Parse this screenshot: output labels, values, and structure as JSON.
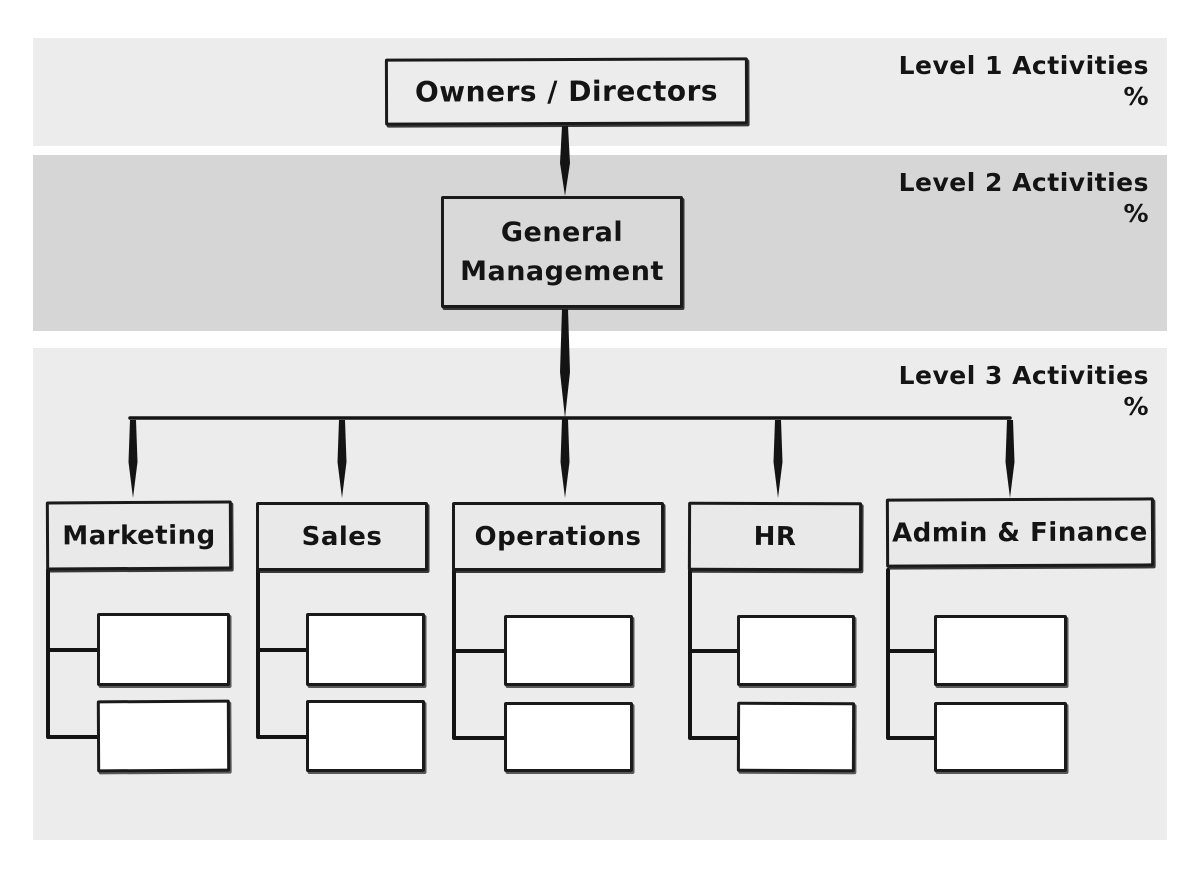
{
  "levels": [
    {
      "label": "Level 1 Activities",
      "unit": "%"
    },
    {
      "label": "Level 2 Activities",
      "unit": "%"
    },
    {
      "label": "Level 3 Activities",
      "unit": "%"
    }
  ],
  "nodes": {
    "root": "Owners / Directors",
    "general_management": "General Management",
    "departments": [
      {
        "label": "Marketing"
      },
      {
        "label": "Sales"
      },
      {
        "label": "Operations"
      },
      {
        "label": "HR"
      },
      {
        "label": "Admin & Finance"
      }
    ]
  },
  "colors": {
    "band_light": "#ececec",
    "band_dark": "#d6d6d6",
    "line": "#141414",
    "dept_fill": "#e9e9e9",
    "gm_fill": "#d9d9d9",
    "sub_box_fill": "#ffffff"
  }
}
